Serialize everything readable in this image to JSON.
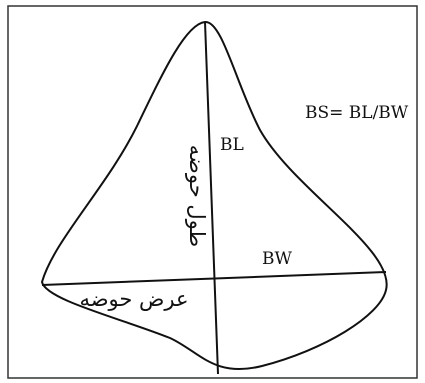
{
  "diagram": {
    "formula": "BS= BL/BW",
    "length_symbol": "BL",
    "width_symbol": "BW",
    "length_label_fa": "طول حوضه",
    "width_label_fa": "عرض حوضه"
  }
}
